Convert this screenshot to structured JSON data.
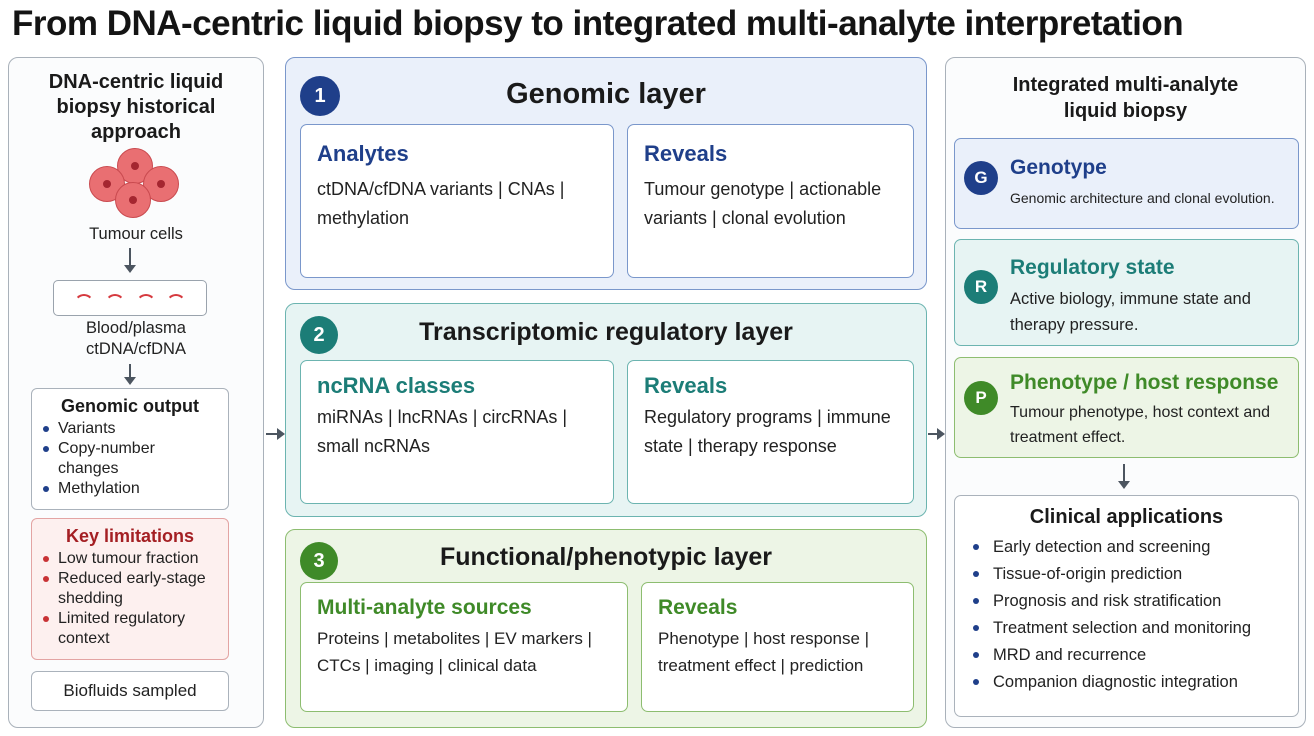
{
  "title": "From DNA-centric liquid biopsy to integrated multi-analyte interpretation",
  "left": {
    "heading": "DNA-centric liquid biopsy historical approach",
    "tumour_label": "Tumour cells",
    "blood_label": "Blood/plasma ctDNA/cfDNA",
    "genomic_output": {
      "title": "Genomic output",
      "items": [
        "Variants",
        "Copy-number changes",
        "Methylation"
      ]
    },
    "limitations": {
      "title": "Key limitations",
      "items": [
        "Low tumour fraction",
        "Reduced early-stage shedding",
        "Limited regulatory context"
      ]
    },
    "biofluids": "Biofluids sampled"
  },
  "layers": [
    {
      "number": "1",
      "title": "Genomic layer",
      "left_title": "Analytes",
      "left_text": "ctDNA/cfDNA variants | CNAs | methylation",
      "right_title": "Reveals",
      "right_text": "Tumour genotype | actionable variants | clonal evolution"
    },
    {
      "number": "2",
      "title": "Transcriptomic regulatory layer",
      "left_title": "ncRNA classes",
      "left_text": "miRNAs | lncRNAs | circRNAs | small ncRNAs",
      "right_title": "Reveals",
      "right_text": "Regulatory programs | immune state | therapy response"
    },
    {
      "number": "3",
      "title": "Functional/phenotypic layer",
      "left_title": "Multi-analyte sources",
      "left_text": "Proteins | metabolites | EV markers | CTCs | imaging | clinical data",
      "right_title": "Reveals",
      "right_text": "Phenotype | host response | treatment effect | prediction"
    }
  ],
  "right": {
    "heading": "Integrated multi-analyte liquid biopsy",
    "cards": [
      {
        "letter": "G",
        "title": "Genotype",
        "text": "Genomic architecture and clonal evolution."
      },
      {
        "letter": "R",
        "title": "Regulatory state",
        "text": "Active biology, immune state and therapy pressure."
      },
      {
        "letter": "P",
        "title": "Phenotype / host response",
        "text": "Tumour phenotype, host context and treatment effect."
      }
    ],
    "clinical": {
      "title": "Clinical applications",
      "items": [
        "Early detection and screening",
        "Tissue-of-origin prediction",
        "Prognosis and risk stratification",
        "Treatment selection and monitoring",
        "MRD and recurrence",
        "Companion diagnostic integration"
      ]
    }
  },
  "colors": {
    "genomic": "#1f3f8a",
    "transcriptomic": "#1c7d77",
    "functional": "#3f8a28",
    "limitation": "#a41f23"
  }
}
